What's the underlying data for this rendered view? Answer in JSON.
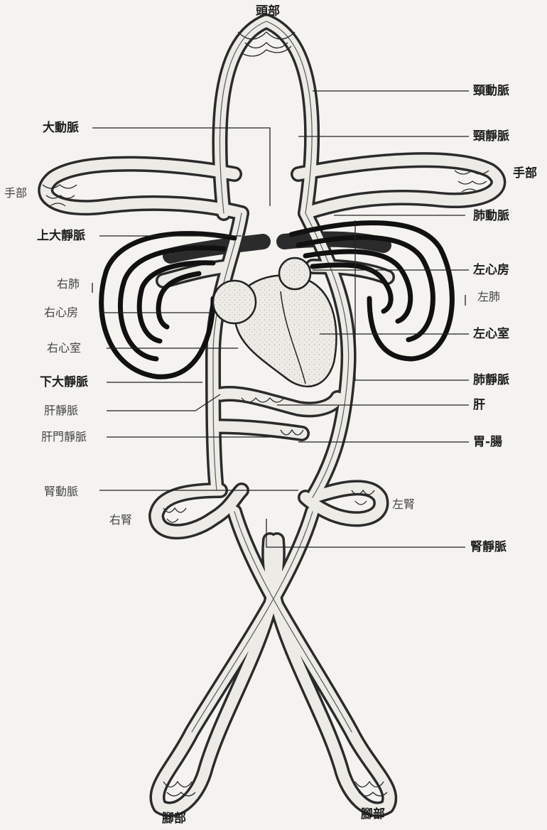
{
  "colors": {
    "paper": "#f4f3ef",
    "ink": "#1d1d1d",
    "vessel_fill": "#ebebe6",
    "lung": "#111111"
  },
  "labels": {
    "head": "頭部",
    "carotid_artery": "頸動脈",
    "jugular_vein": "頸靜脈",
    "aorta": "大動脈",
    "hand_left_side": "手部",
    "hand_right_side": "手部",
    "pulmonary_artery": "肺動脈",
    "superior_vena_cava": "上大靜脈",
    "right_lung": "右肺",
    "left_atrium": "左心房",
    "left_lung": "左肺",
    "right_atrium": "右心房",
    "left_ventricle": "左心室",
    "right_ventricle": "右心室",
    "pulmonary_vein": "肺靜脈",
    "inferior_vena_cava": "下大靜脈",
    "hepatic_vein": "肝靜脈",
    "liver": "肝",
    "portal_vein": "肝門靜脈",
    "stomach_intestine": "胃-腸",
    "renal_artery": "腎動脈",
    "left_kidney": "左腎",
    "right_kidney": "右腎",
    "renal_vein": "腎靜脈",
    "foot_left": "腳部",
    "foot_right": "腳部"
  }
}
